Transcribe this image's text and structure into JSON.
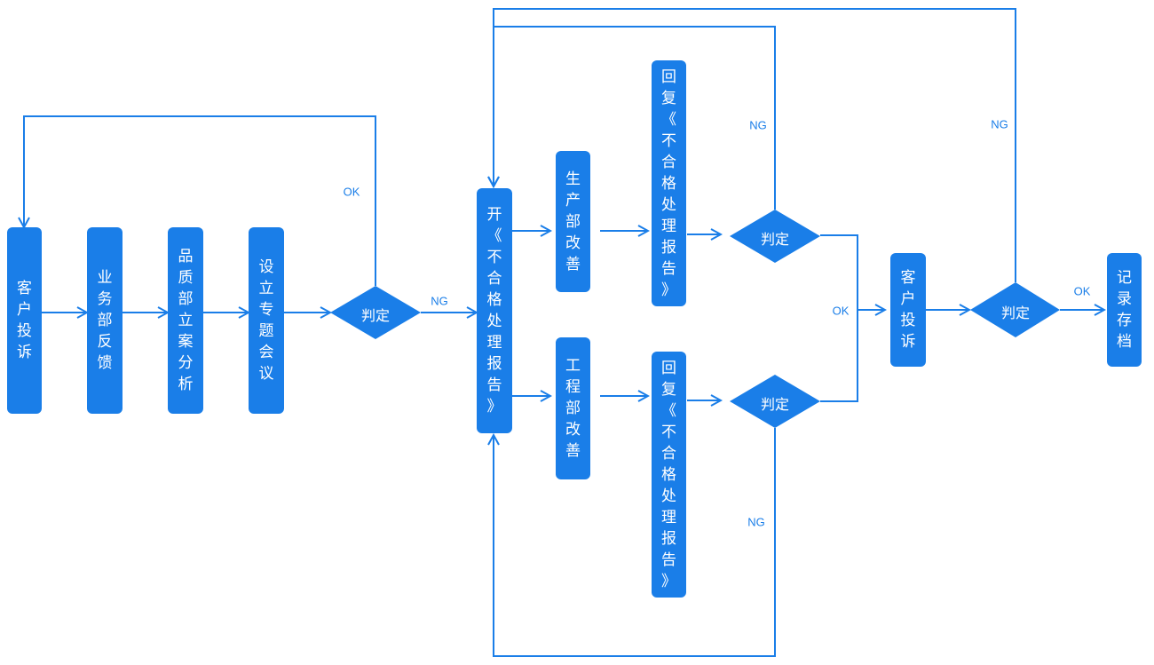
{
  "nodes": {
    "customer_complaint": "客户投诉",
    "sales_feedback": "业务部反馈",
    "qa_case_analysis": "品质部立案分析",
    "special_meeting": "设立专题会议",
    "decision_1": "判定",
    "open_report": "开《不合格处理报告》",
    "production_improve": "生产部改善",
    "reply_report_top": "回复《不合格处理报告》",
    "decision_top": "判定",
    "engineering_improve": "工程部改善",
    "reply_report_bottom": "回复《不合格处理报告》",
    "decision_bottom": "判定",
    "customer_complaint_2": "客户投诉",
    "decision_final": "判定",
    "record_archive": "记录存档"
  },
  "edge_labels": {
    "ok_loop": "OK",
    "ng_to_report": "NG",
    "ng_top": "NG",
    "ng_outer": "NG",
    "ok_merge": "OK",
    "ok_final": "OK",
    "ng_bottom": "NG"
  },
  "colors": {
    "primary": "#1a7ee8",
    "text_on_primary": "#ffffff",
    "background": "#ffffff"
  }
}
